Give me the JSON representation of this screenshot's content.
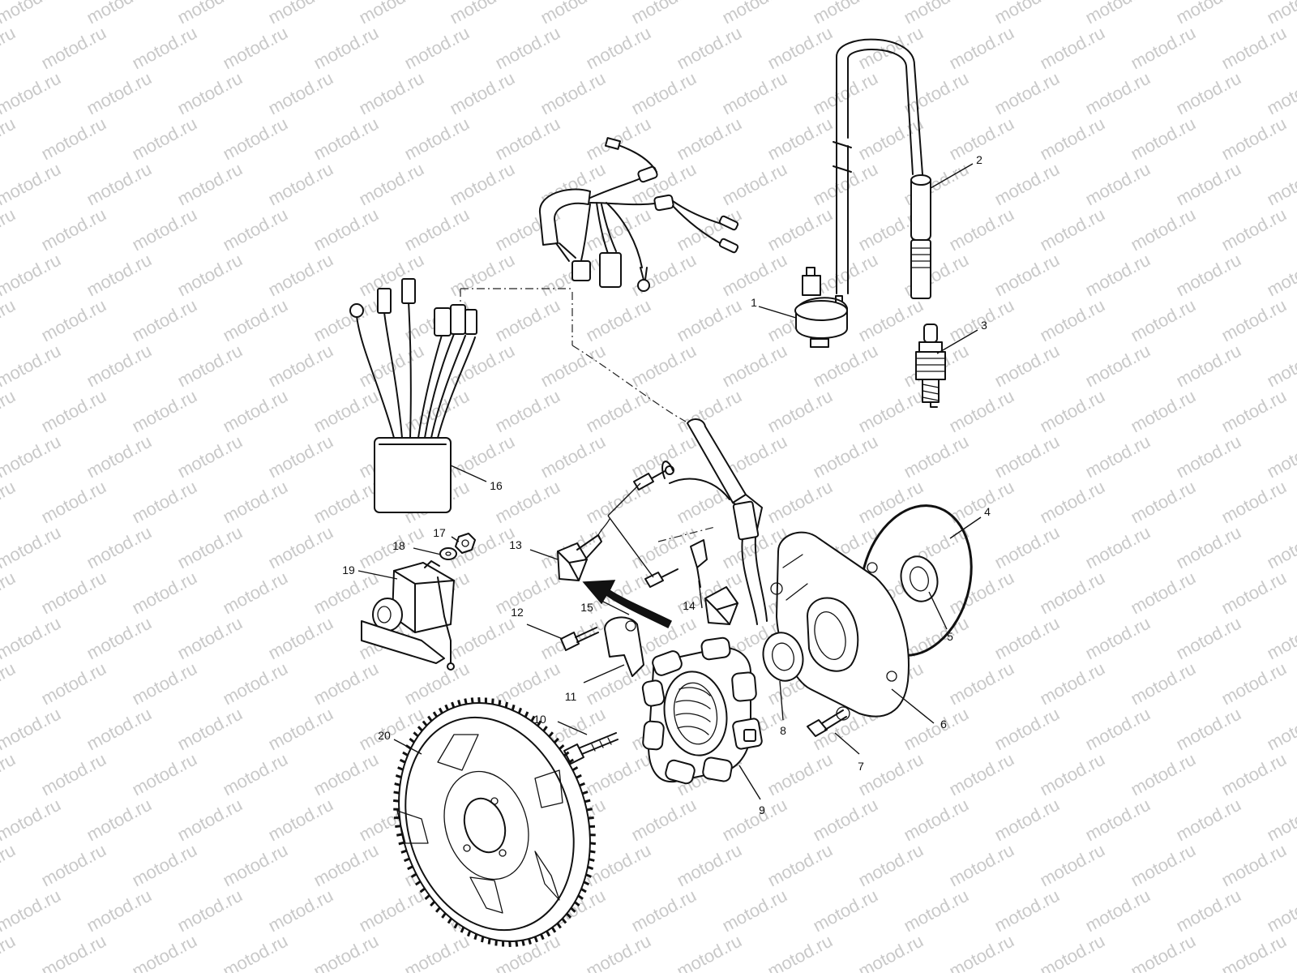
{
  "watermark": "motod.ru",
  "callouts": [
    "1",
    "2",
    "3",
    "4",
    "5",
    "6",
    "7",
    "8",
    "9",
    "10",
    "11",
    "12",
    "13",
    "14",
    "15",
    "16",
    "17",
    "18",
    "19",
    "20"
  ],
  "colors": {
    "ink": "#111111",
    "watermark": "#c9c9c9",
    "background": "#ffffff"
  }
}
